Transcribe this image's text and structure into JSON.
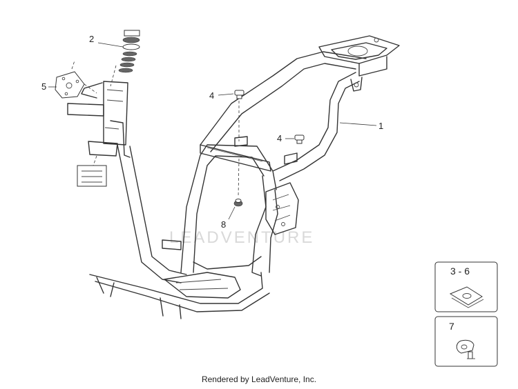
{
  "watermark": "LEADVENTURE",
  "callouts": {
    "c1": "1",
    "c2": "2",
    "c4a": "4",
    "c4b": "4",
    "c5": "5",
    "c8": "8"
  },
  "insets": {
    "clip_nut": "3 - 6",
    "cable_clamp": "7"
  },
  "footer": "Rendered by LeadVenture, Inc."
}
